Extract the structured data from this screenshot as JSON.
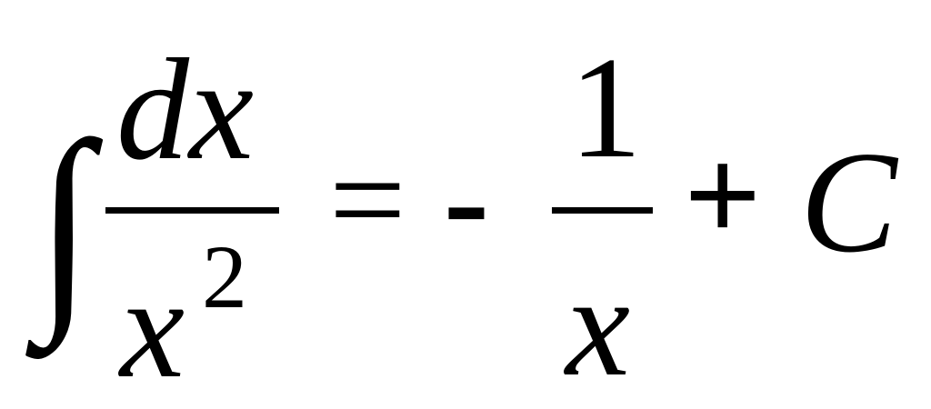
{
  "formula": {
    "integral_sign": "∫",
    "numerator_left": "dx",
    "denominator_left_base": "x",
    "denominator_left_exponent": "2",
    "equals_sign": "=",
    "minus_sign": "-",
    "numerator_right": "1",
    "denominator_right": "x",
    "plus_sign": "+",
    "constant": "C"
  }
}
